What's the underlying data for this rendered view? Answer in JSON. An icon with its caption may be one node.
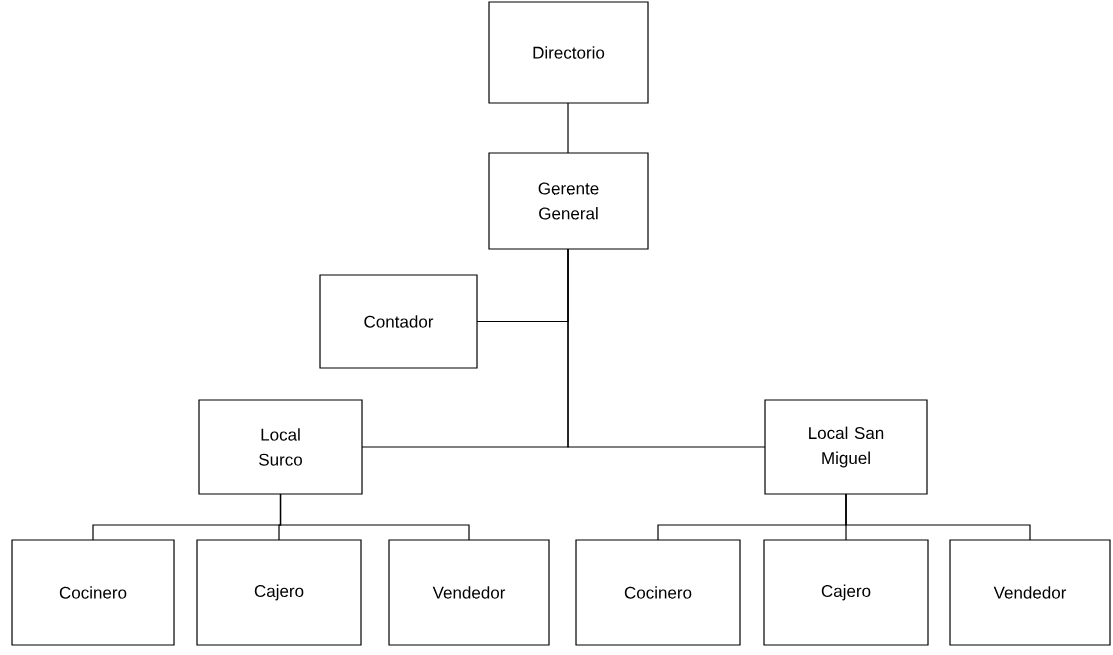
{
  "diagram": {
    "nodes": [
      {
        "text": [
          "Directorio"
        ]
      },
      {
        "text": [
          "Gerente General"
        ]
      },
      {
        "text": [
          "Contador"
        ]
      },
      {
        "text": [
          "Local Surco"
        ]
      },
      {
        "text": [
          "Local San Miguel"
        ]
      },
      {
        "text": [
          "Cocinero"
        ]
      },
      {
        "text": [
          "Cajero"
        ]
      },
      {
        "text": [
          "Vendedor"
        ]
      },
      {
        "text": [
          "Cocinero"
        ]
      },
      {
        "text": [
          "Cajero"
        ]
      },
      {
        "text": [
          "Vendedor"
        ]
      }
    ],
    "edges": [
      {
        "from": 0,
        "to": 1,
        "arrow": "none"
      },
      {
        "from": 1,
        "to": 2,
        "arrow": "none"
      },
      {
        "from": 1,
        "to": 3,
        "arrow": "none"
      },
      {
        "from": 1,
        "to": 4,
        "arrow": "none"
      },
      {
        "from": 3,
        "to": 5,
        "arrow": "none"
      },
      {
        "from": 3,
        "to": 6,
        "arrow": "none"
      },
      {
        "from": 3,
        "to": 7,
        "arrow": "none"
      },
      {
        "from": 4,
        "to": 8,
        "arrow": "none"
      },
      {
        "from": 4,
        "to": 9,
        "arrow": "none"
      },
      {
        "from": 4,
        "to": 10,
        "arrow": "none"
      }
    ]
  }
}
